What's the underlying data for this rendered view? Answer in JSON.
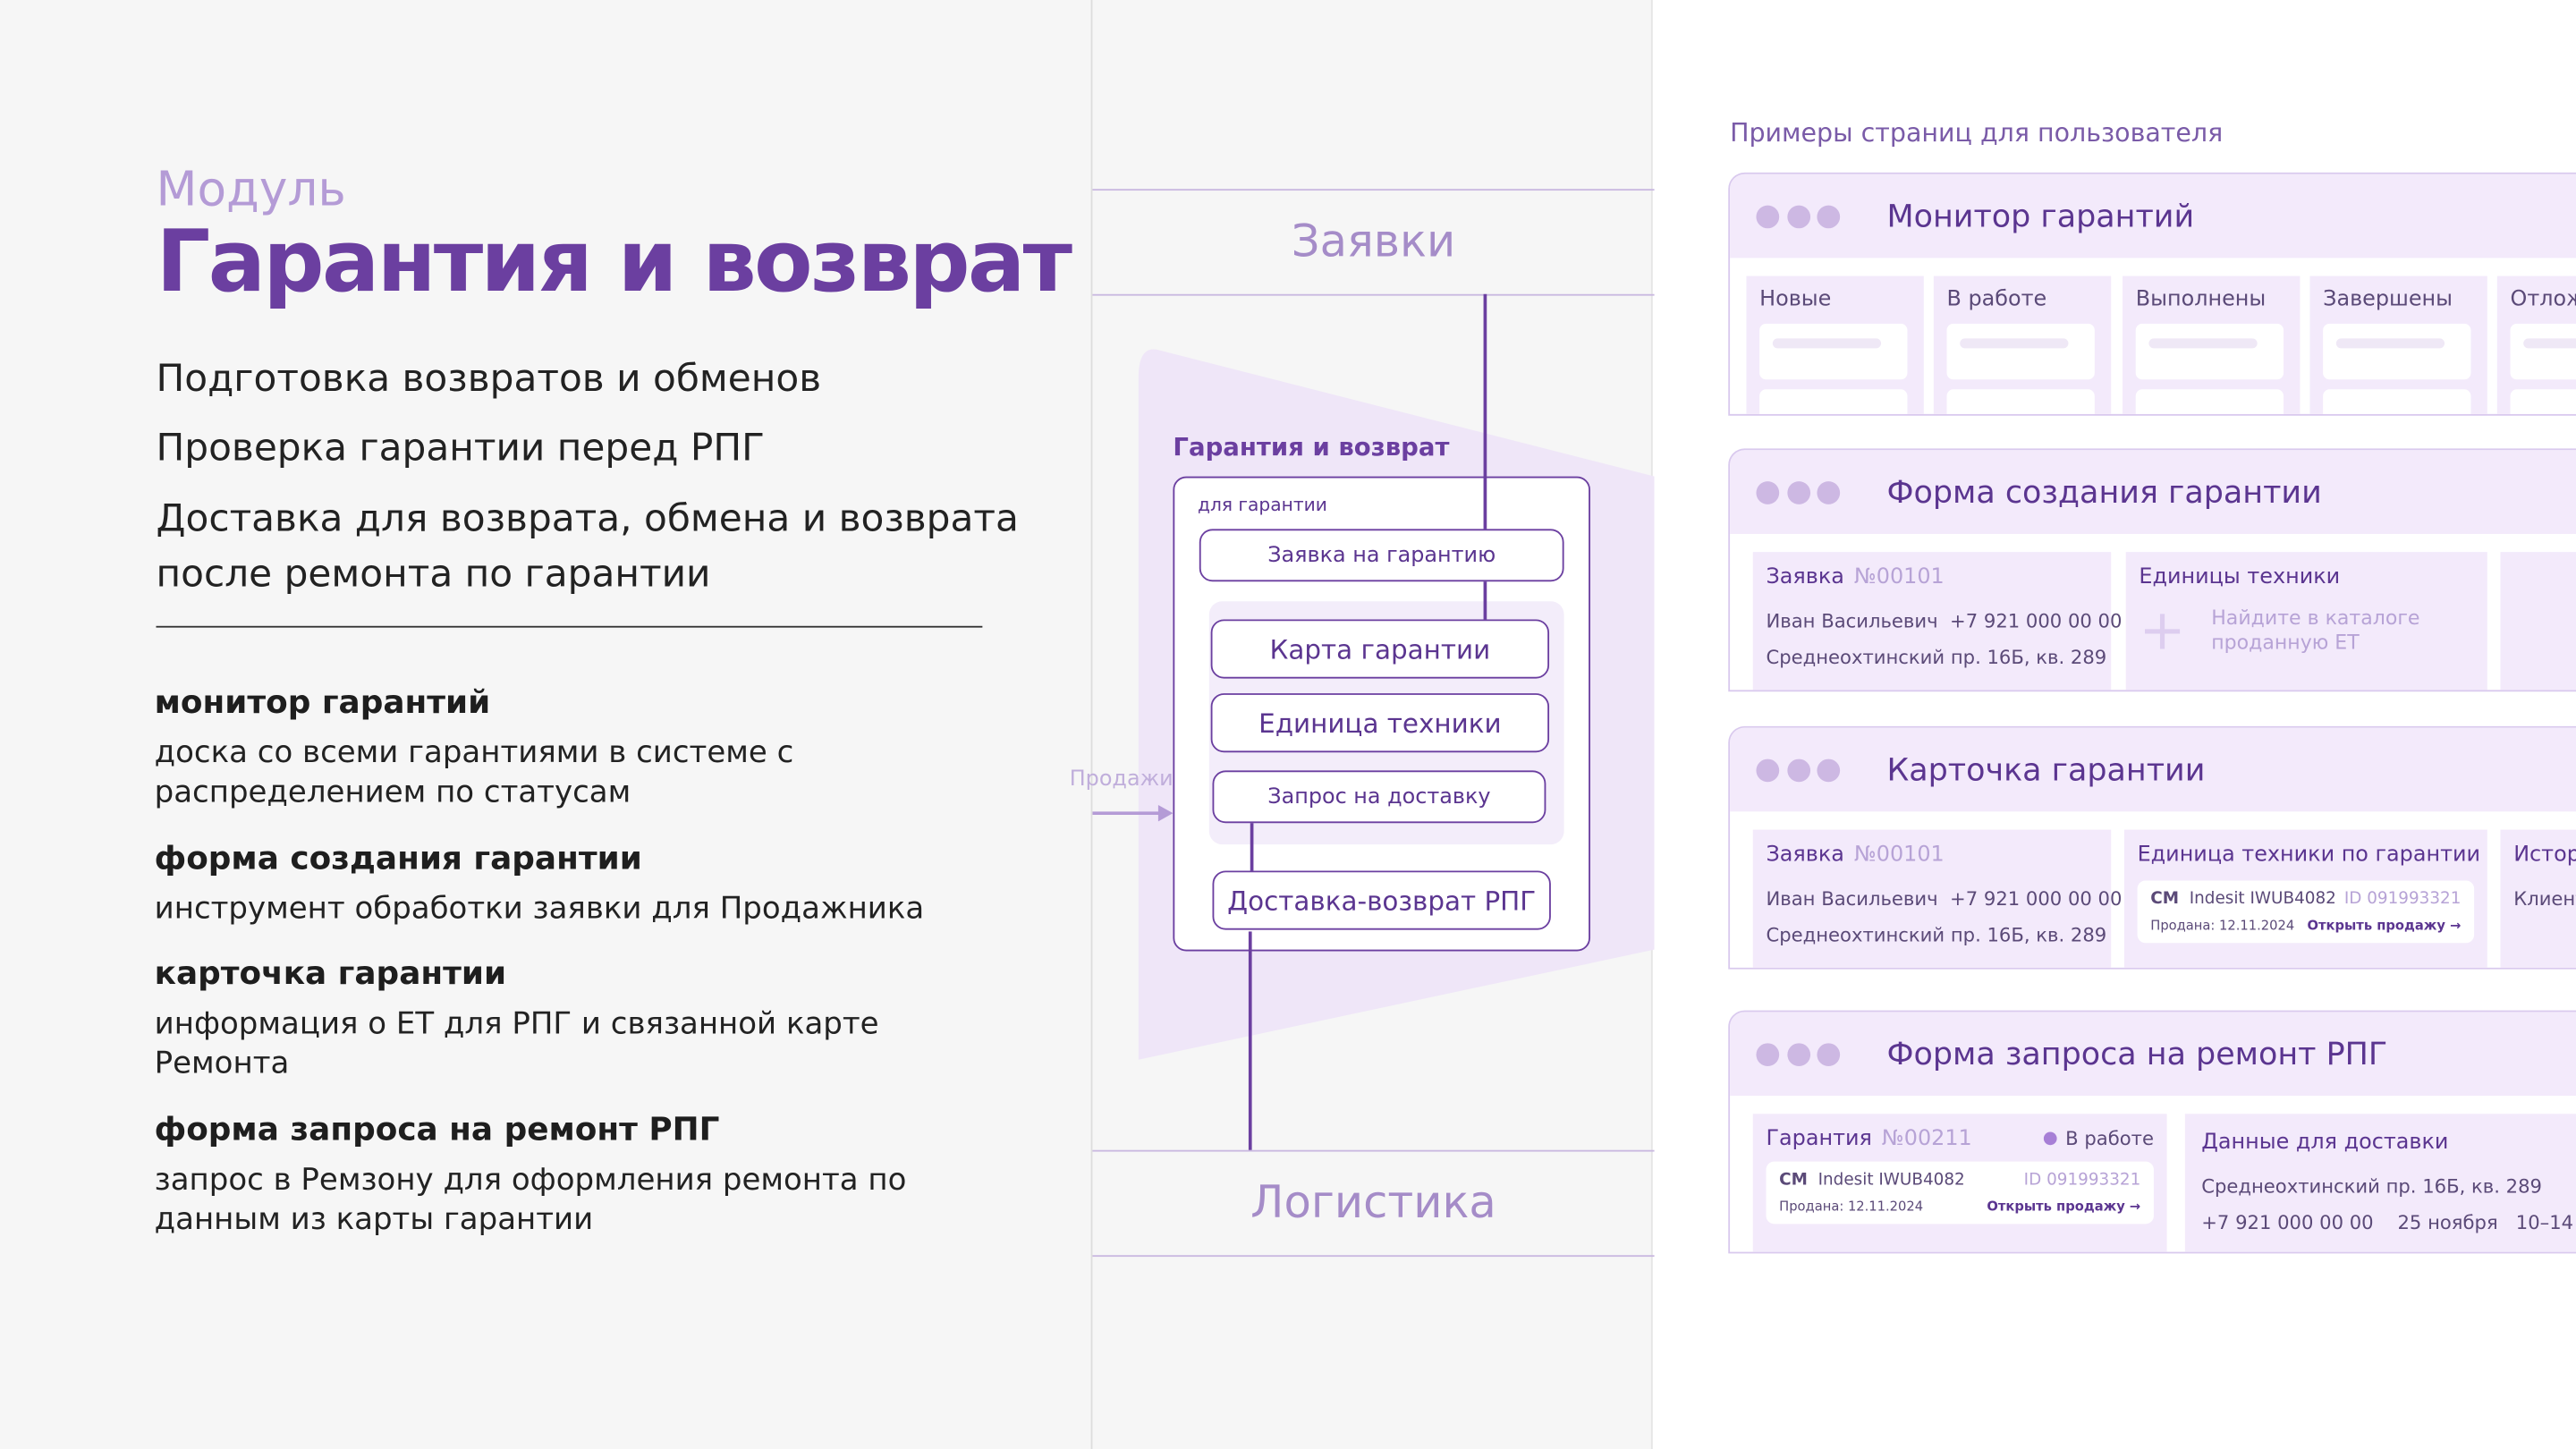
{
  "left": {
    "prefix": "Модуль",
    "title": "Гарантия и возврат",
    "bullets": [
      "Подготовка возвратов и обменов",
      "Проверка гарантии перед РПГ",
      "Доставка для возврата, обмена и возврата после ремонта по гарантии"
    ],
    "items": [
      {
        "title": "монитор гарантий",
        "desc": "доска со всеми гарантиями в системе с распределением по статусам"
      },
      {
        "title": "форма создания гарантии",
        "desc": "инструмент обработки заявки для Продажника"
      },
      {
        "title": "карточка гарантии",
        "desc": "информация о ЕТ для РПГ и связанной карте Ремонта"
      },
      {
        "title": "форма запроса на ремонт РПГ",
        "desc": "запрос в Ремзону для оформления ремонта по данным из карты гарантии"
      }
    ]
  },
  "diagram": {
    "top_band": "Заявки",
    "bottom_band": "Логистика",
    "module_label": "Гарантия и возврат",
    "sub_label": "для гарантии",
    "side_label": "Продажи",
    "nodes": [
      "Заявка на гарантию",
      "Карта гарантии",
      "Единица техники",
      "Запрос на доставку",
      "Доставка-возврат РПГ"
    ]
  },
  "right": {
    "title": "Примеры страниц для пользователя",
    "monitor": {
      "title": "Монитор гарантий",
      "columns": [
        "Новые",
        "В работе",
        "Выполнены",
        "Завершены",
        "Отлож"
      ]
    },
    "create": {
      "title": "Форма создания гарантии",
      "req_label": "Заявка",
      "req_no": "№00101",
      "name": "Иван Васильевич",
      "phone": "+7 921 000 00 00",
      "address": "Среднеохтинский пр. 16Б, кв. 289",
      "units_label": "Единицы техники",
      "units_hint": "Найдите в каталоге проданную ЕТ"
    },
    "card": {
      "title": "Карточка гарантии",
      "req_label": "Заявка",
      "req_no": "№00101",
      "name": "Иван Васильевич",
      "phone": "+7 921 000 00 00",
      "address": "Среднеохтинский пр. 16Б, кв. 289",
      "unit_label": "Единица техники по гарантии",
      "unit_type": "СМ",
      "unit_model": "Indesit IWUB4082",
      "unit_id": "ID 091993321",
      "sold": "Продана: 12.11.2024",
      "open_sale": "Открыть продажу →",
      "history_label": "Истор",
      "history_text": "Клиент"
    },
    "repair": {
      "title": "Форма запроса на ремонт РПГ",
      "w_label": "Гарантия",
      "w_no": "№00211",
      "status": "В работе",
      "unit_type": "СМ",
      "unit_model": "Indesit IWUB4082",
      "unit_id": "ID 091993321",
      "sold": "Продана: 12.11.2024",
      "open_sale": "Открыть продажу →",
      "delivery_label": "Данные для доставки",
      "address": "Среднеохтинский пр. 16Б, кв. 289",
      "phone": "+7 921 000 00 00",
      "date": "25 ноября",
      "time": "10–14"
    }
  },
  "colors": {
    "accent": "#6b3fa0",
    "light": "#f3eafb",
    "muted": "#b49bd6"
  }
}
